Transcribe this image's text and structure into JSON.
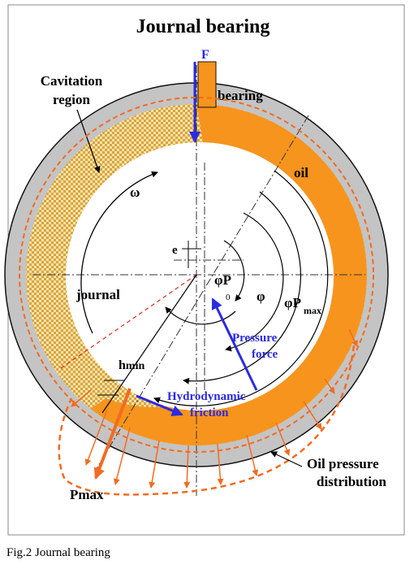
{
  "title": "Journal bearing",
  "labels": {
    "force": "F",
    "bearing": "bearing",
    "cavitation_line1": "Cavitation",
    "cavitation_line2": "region",
    "oil": "oil",
    "omega": "ω",
    "eccentricity": "e",
    "journal": "journal",
    "phi_p0_main": "φP",
    "phi_p0_sub": "0",
    "phi": "φ",
    "phi_pmax_main": "φP",
    "phi_pmax_sub": "max",
    "pressure_force_line1": "Pressure",
    "pressure_force_line2": "force",
    "hmin_main": "h",
    "hmin_sub": "min",
    "friction_line1": "Hydrodynamic",
    "friction_line2": "friction",
    "oil_pressure_line1": "Oil pressure",
    "oil_pressure_line2": "distribution",
    "pmax": "Pmax"
  },
  "caption": "Fig.2 Journal bearing",
  "colors": {
    "bearing_gray": "#c4c4c4",
    "oil_orange": "#f7941d",
    "force_blue": "#2a2ae0",
    "pressure_orange": "#f26b21",
    "cavitation_fill": "#f0d78a"
  }
}
